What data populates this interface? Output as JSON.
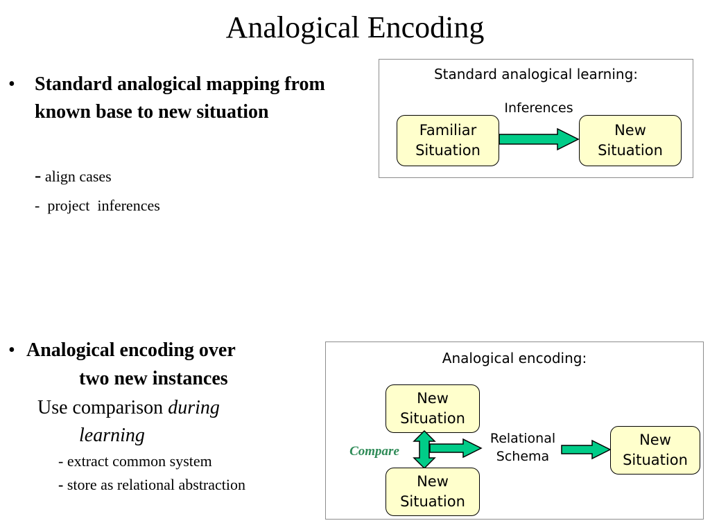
{
  "title": "Analogical Encoding",
  "bullet1": {
    "marker": "•",
    "heading": "Standard analogical mapping from known base to new situation",
    "sub1_dash": "-",
    "sub1": "align cases",
    "sub2": "-  project  inferences"
  },
  "bullet2": {
    "marker": "•",
    "heading_line1": "Analogical encoding over",
    "heading_line2": "two new instances",
    "use_text": "Use comparison ",
    "use_italic": "during",
    "use_line2": "learning",
    "sub1": "- extract common system",
    "sub2_dash": "-",
    "sub2": " store as relational abstraction"
  },
  "diagram_top": {
    "title": "Standard analogical learning:",
    "arrow_label": "Inferences",
    "box_left": "Familiar\nSituation",
    "box_right": "New\nSituation"
  },
  "diagram_bottom": {
    "title": "Analogical encoding:",
    "box_top": "New\nSituation",
    "box_bottom": "New\nSituation",
    "compare_label": "Compare",
    "schema_label": "Relational\nSchema",
    "box_right": "New\nSituation"
  },
  "colors": {
    "arrow_fill": "#00cc88",
    "box_fill": "#ffffcc",
    "compare_text": "#2e8b57",
    "panel_border": "#8c8c8c"
  }
}
